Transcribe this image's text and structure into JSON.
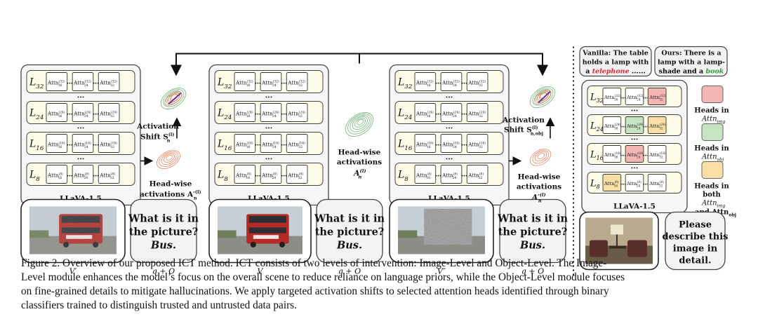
{
  "figure": {
    "model_label": "LLaVA-1.5",
    "layer_labels": [
      "L",
      "L",
      "L",
      "L"
    ],
    "layer_subs": [
      "32",
      "24",
      "16",
      "8"
    ],
    "head_text": "Attn",
    "head_subs": [
      "16",
      "24",
      "32"
    ],
    "ellipsis": "…",
    "vertical_ellipsis": "•••",
    "panels": [
      {
        "id": "image-level-left",
        "image_label": "V′",
        "question": [
          "What is it in",
          "the picture?"
        ],
        "answer": "Bus.",
        "qo_label": "q + O",
        "side_label_top": [
          "Activation",
          "Shift S"
        ],
        "shift_sup": "(l)",
        "shift_sub": "n",
        "side_label_bottom": [
          "Head-wise",
          "activations A′"
        ],
        "act_sup": "(l)",
        "act_sub": "n"
      },
      {
        "id": "image-level-mid",
        "image_label": "V",
        "question": [
          "What is it in",
          "the picture?"
        ],
        "answer": "Bus.",
        "qo_label": "q + O",
        "side_label": [
          "Head-wise",
          "activations",
          "A"
        ],
        "act_sup": "(l)",
        "act_sub": "n"
      },
      {
        "id": "object-level",
        "image_label": "V″",
        "question": [
          "What is it in",
          "the picture?"
        ],
        "answer": "Bus.",
        "qo_label": "q + O",
        "side_label_top": [
          "Activation",
          "Shift S"
        ],
        "shift_sup": "(l)",
        "shift_sub": "n,obj",
        "side_label_bottom": [
          "Head-wise",
          "activations",
          "A′"
        ],
        "act_sup": "(l)",
        "act_sub": "n"
      }
    ],
    "comparison": {
      "vanilla_lines": [
        "Vanilla: The table",
        "holds a lamp with",
        "a telephone ......"
      ],
      "vanilla_highlight": "telephone",
      "ours_lines": [
        "Ours: There is a",
        "lamp with a lamp-",
        "shade and a book"
      ],
      "ours_highlight": "book",
      "prompt": [
        "Please",
        "describe this",
        "image in",
        "detail."
      ],
      "legend": [
        {
          "title": [
            "Heads in"
          ],
          "sub": "Attn",
          "subscript": "img",
          "color": "#f4b6b3"
        },
        {
          "title": [
            "Heads in"
          ],
          "sub": "Attn",
          "subscript": "obj",
          "color": "#c8e3c2"
        },
        {
          "title": [
            "Heads in",
            "both"
          ],
          "sub": "Attn",
          "subscript": "img",
          "extra": "and Attn",
          "extra_sub": "obj",
          "color": "#f9dfa6"
        }
      ]
    },
    "colors": {
      "panel_fill": "#f6f6f6",
      "row_fill": "#fbfbe8",
      "red_highlight": "#e0253a",
      "green_highlight": "#2e9b3a",
      "attn_img": "#f4b6b3",
      "attn_obj": "#c8e3c2",
      "attn_both": "#f9dfa6"
    }
  },
  "caption": {
    "lines": [
      "Figure 2. Overview of our proposed ICT method. ICT consists of two levels of intervention: Image-Level and Object-Level. The Image-",
      "Level module enhances the model’s focus on the overall scene to reduce reliance on language priors, while the Object-Level module focuses",
      "on fine-grained details to mitigate hallucinations. We apply targeted activation shifts to selected attention heads identified through binary",
      "classifiers trained to distinguish trusted and untrusted data pairs."
    ]
  }
}
